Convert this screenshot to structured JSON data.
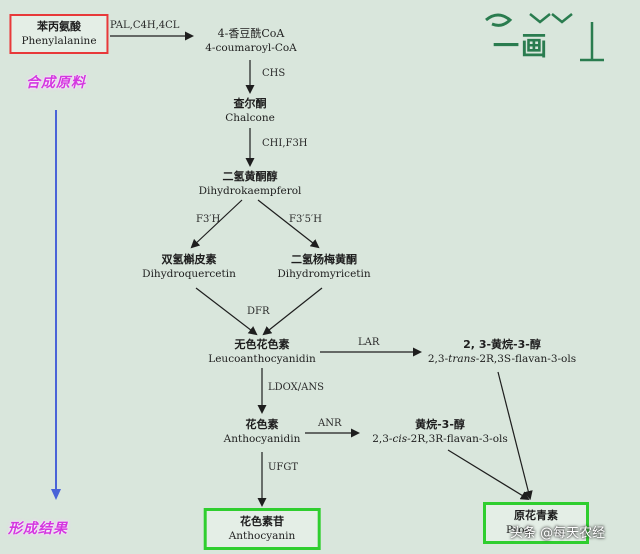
{
  "nodes": {
    "phenylalanine": {
      "zh": "苯丙氨酸",
      "en": "Phenylalanine"
    },
    "coumaroyl": {
      "zh": "4-香豆酰CoA",
      "en": "4-coumaroyl-CoA"
    },
    "chalcone": {
      "zh": "查尔酮",
      "en": "Chalcone"
    },
    "dihydrokaempferol": {
      "zh": "二氢黄酮醇",
      "en": "Dihydrokaempferol"
    },
    "dihydroquercetin": {
      "zh": "双氢槲皮素",
      "en": "Dihydroquercetin"
    },
    "dihydromyricetin": {
      "zh": "二氢杨梅黄酮",
      "en": "Dihydromyricetin"
    },
    "leucoanthocyanidin": {
      "zh": "无色花色素",
      "en": "Leucoanthocyanidin"
    },
    "trans_flavanol": {
      "zh": "2, 3-黄烷-3-醇",
      "en_pre": "2,3-",
      "en_it": "trans",
      "en_post": "-2R,3S-flavan-3-ols"
    },
    "anthocyanidin": {
      "zh": "花色素",
      "en": "Anthocyanidin"
    },
    "cis_flavanol": {
      "zh": "黄烷-3-醇",
      "en_pre": "2,3-",
      "en_it": "cis",
      "en_post": "-2R,3R-flavan-3-ols"
    },
    "anthocyanin": {
      "zh": "花色素苷",
      "en": "Anthocyanin"
    },
    "proanthocyanidin": {
      "zh": "原花青素",
      "en": "Proa"
    }
  },
  "enzymes": {
    "pal": "PAL,C4H,4CL",
    "chs": "CHS",
    "chi": "CHI,F3H",
    "f3h_left": "F3′H",
    "f35h_right": "F3′5′H",
    "dfr": "DFR",
    "lar": "LAR",
    "ldox": "LDOX/ANS",
    "anr": "ANR",
    "ufgt": "UFGT"
  },
  "side_labels": {
    "top": "合成原料",
    "bottom": "形成结果"
  },
  "logo": {
    "text": "一画"
  },
  "watermark": "头条 @每天农经",
  "colors": {
    "background": "#d9e6dc",
    "red_box": "#e8393a",
    "green_box": "#2fce2f",
    "side_text": "#d437e0",
    "side_arrow": "#4a63d8",
    "logo": "#2a7c4f"
  }
}
